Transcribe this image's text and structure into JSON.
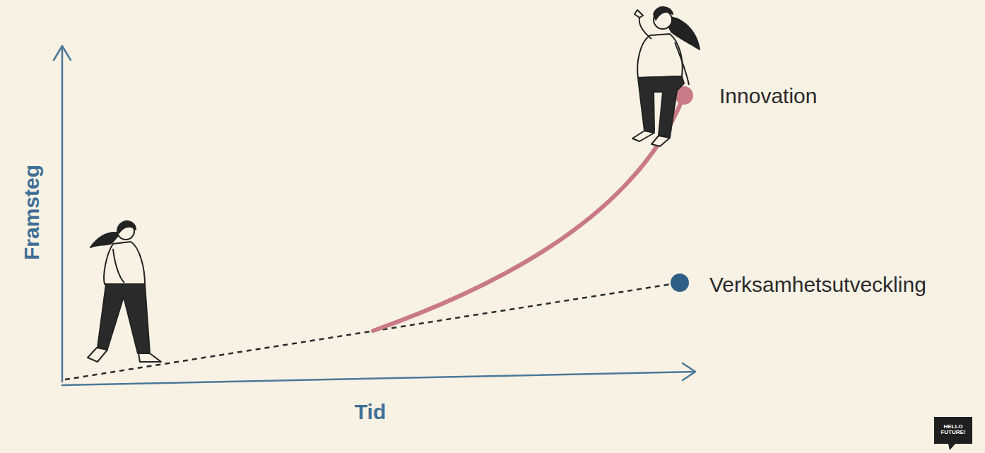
{
  "diagram": {
    "labels": [
      "Framsteg",
      "Tid",
      "Innovation",
      "Verksamhetsutveckling",
      "HELLO FUTURE!"
    ]
  }
}
